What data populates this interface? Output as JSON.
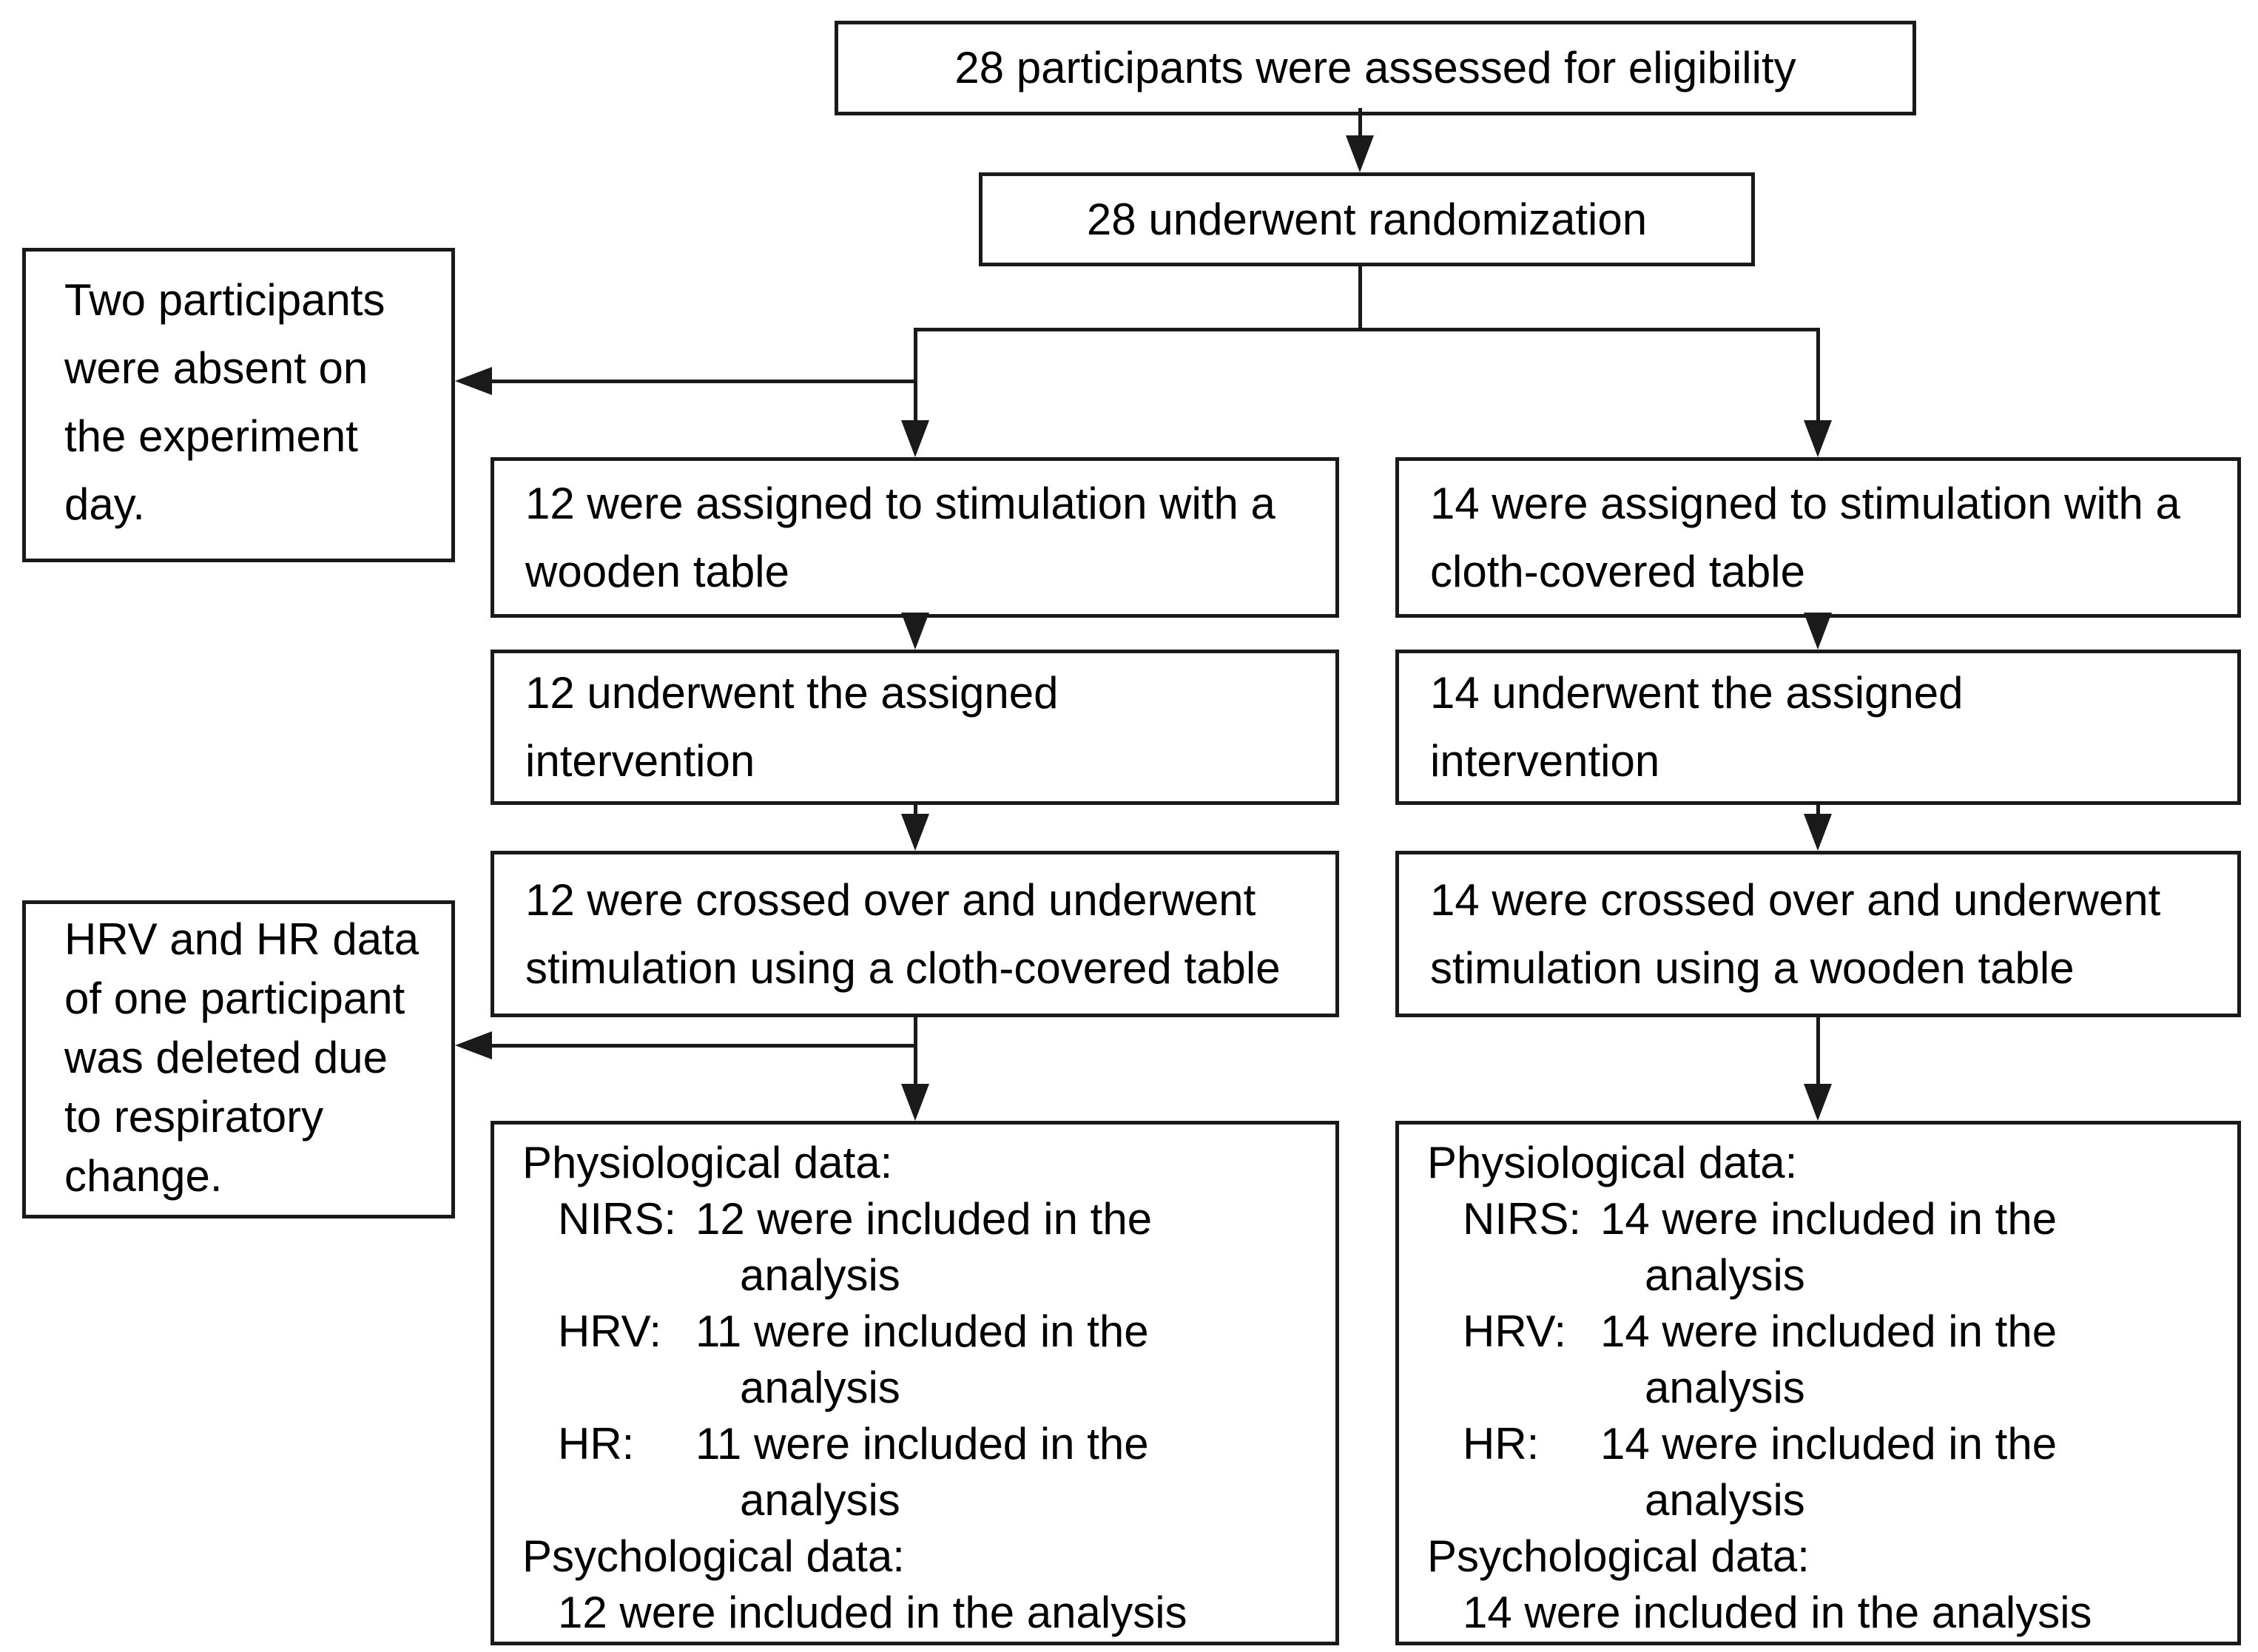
{
  "colors": {
    "stroke": "#1a1a1a",
    "background": "#ffffff",
    "text": "#000000"
  },
  "diagram": {
    "enrollment": {
      "eligibility": "28 participants were assessed for eligibility",
      "randomization": "28 underwent randomization"
    },
    "side_notes": {
      "absent": {
        "lines": [
          "Two participants",
          "were absent on",
          "the experiment",
          "day."
        ]
      },
      "deleted": {
        "lines": [
          "HRV and HR data",
          "of one participant",
          "was deleted due",
          "to respiratory",
          "change."
        ]
      }
    },
    "left_arm": {
      "assigned": {
        "lines": [
          "12 were assigned to stimulation with a",
          "wooden table"
        ]
      },
      "intervention": {
        "lines": [
          "12 underwent the assigned",
          "intervention"
        ]
      },
      "crossover": {
        "lines": [
          "12 were crossed over and underwent",
          "stimulation using a cloth-covered table"
        ]
      },
      "analysis": {
        "physio_header": "Physiological data:",
        "items": [
          {
            "label": "NIRS:",
            "line1": "12 were included in the",
            "line2": "analysis"
          },
          {
            "label": "HRV:",
            "line1": "11 were included in the",
            "line2": "analysis"
          },
          {
            "label": "HR:",
            "line1": "11 were included in the",
            "line2": "analysis"
          }
        ],
        "psych_header": "Psychological data:",
        "psych_line": "12 were included in the analysis"
      }
    },
    "right_arm": {
      "assigned": {
        "lines": [
          "14 were assigned to stimulation with a",
          "cloth-covered table"
        ]
      },
      "intervention": {
        "lines": [
          "14 underwent the assigned",
          "intervention"
        ]
      },
      "crossover": {
        "lines": [
          "14 were crossed over and underwent",
          "stimulation using a wooden table"
        ]
      },
      "analysis": {
        "physio_header": "Physiological data:",
        "items": [
          {
            "label": "NIRS:",
            "line1": "14 were included in the",
            "line2": "analysis"
          },
          {
            "label": "HRV:",
            "line1": "14 were included in the",
            "line2": "analysis"
          },
          {
            "label": "HR:",
            "line1": "14 were included in the",
            "line2": "analysis"
          }
        ],
        "psych_header": "Psychological data:",
        "psych_line": "14 were included in the analysis"
      }
    }
  }
}
